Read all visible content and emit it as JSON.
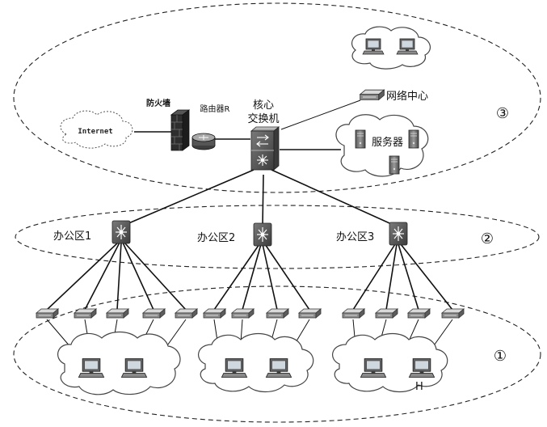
{
  "labels": {
    "internet": "Internet",
    "firewall": "防火墙",
    "router": "路由器R",
    "core_line1": "核心",
    "core_line2": "交换机",
    "net_center": "网络中心",
    "servers": "服务器",
    "office1": "办公区1",
    "office2": "办公区2",
    "office3": "办公区3",
    "layer3": "③",
    "layer2": "②",
    "layer1": "①",
    "host_h": "H"
  }
}
